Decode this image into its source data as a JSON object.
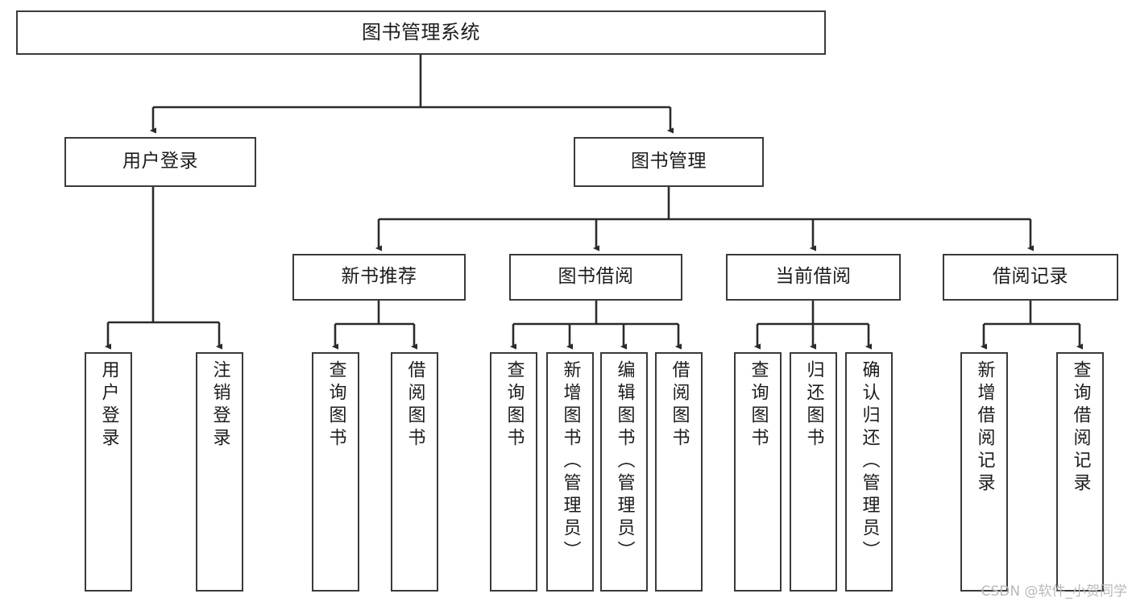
{
  "diagram": {
    "type": "tree",
    "title": "图书管理系统",
    "colors": {
      "box_border": "#3a3a3a",
      "box_fill": "#ffffff",
      "connector": "#2b2b2b",
      "text": "#1c1c1c",
      "watermark": "#b9b9b9",
      "background": "#ffffff"
    },
    "root": {
      "label": "图书管理系统"
    },
    "level2": [
      {
        "label": "用户登录"
      },
      {
        "label": "图书管理"
      }
    ],
    "level3": [
      {
        "label": "新书推荐"
      },
      {
        "label": "图书借阅"
      },
      {
        "label": "当前借阅"
      },
      {
        "label": "借阅记录"
      }
    ],
    "leaves": {
      "user_login": [
        {
          "label": "用户登录"
        },
        {
          "label": "注销登录"
        }
      ],
      "new_book_recommend": [
        {
          "label": "查询图书"
        },
        {
          "label": "借阅图书"
        }
      ],
      "book_borrow": [
        {
          "label": "查询图书"
        },
        {
          "label": "新增图书（管理员）"
        },
        {
          "label": "编辑图书（管理员）"
        },
        {
          "label": "借阅图书"
        }
      ],
      "current_borrow": [
        {
          "label": "查询图书"
        },
        {
          "label": "归还图书"
        },
        {
          "label": "确认归还（管理员）"
        }
      ],
      "borrow_record": [
        {
          "label": "新增借阅记录"
        },
        {
          "label": "查询借阅记录"
        }
      ]
    }
  },
  "watermark": {
    "text": "CSDN @软件_小贺同学"
  }
}
